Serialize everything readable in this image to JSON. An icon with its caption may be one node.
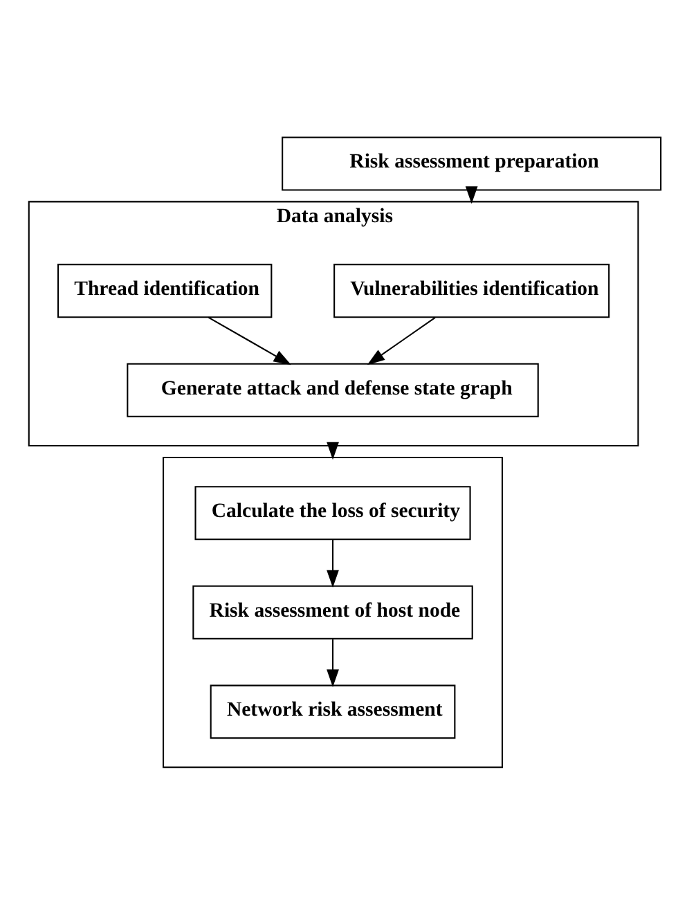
{
  "diagram": {
    "nodes": [
      {
        "text": [
          "Risk assessment preparation"
        ]
      },
      {
        "text": [
          "Data analysis"
        ]
      },
      {
        "text": [
          "Vulnerabilities identification"
        ],
        "in": 1
      },
      {
        "text": [
          "Thread identification"
        ],
        "in": 1
      },
      {
        "text": [
          "Generate attack and defense state graph"
        ],
        "in": 1
      },
      {
        "text": [],
        "shape": "box"
      },
      {
        "text": [
          "Calculate the loss of security"
        ],
        "in": 5
      },
      {
        "text": [
          "Risk assessment of host node"
        ],
        "in": 5
      },
      {
        "text": [
          "Network risk assessment"
        ],
        "in": 5
      }
    ],
    "edges": [
      {
        "from": 0,
        "to": 1,
        "arrow": "to"
      },
      {
        "from": 2,
        "to": 4,
        "arrow": "to"
      },
      {
        "from": 3,
        "to": 4,
        "arrow": "to"
      },
      {
        "from": 1,
        "to": 5,
        "arrow": "to"
      },
      {
        "from": 6,
        "to": 7,
        "arrow": "to"
      },
      {
        "from": 7,
        "to": 8,
        "arrow": "to"
      }
    ]
  }
}
